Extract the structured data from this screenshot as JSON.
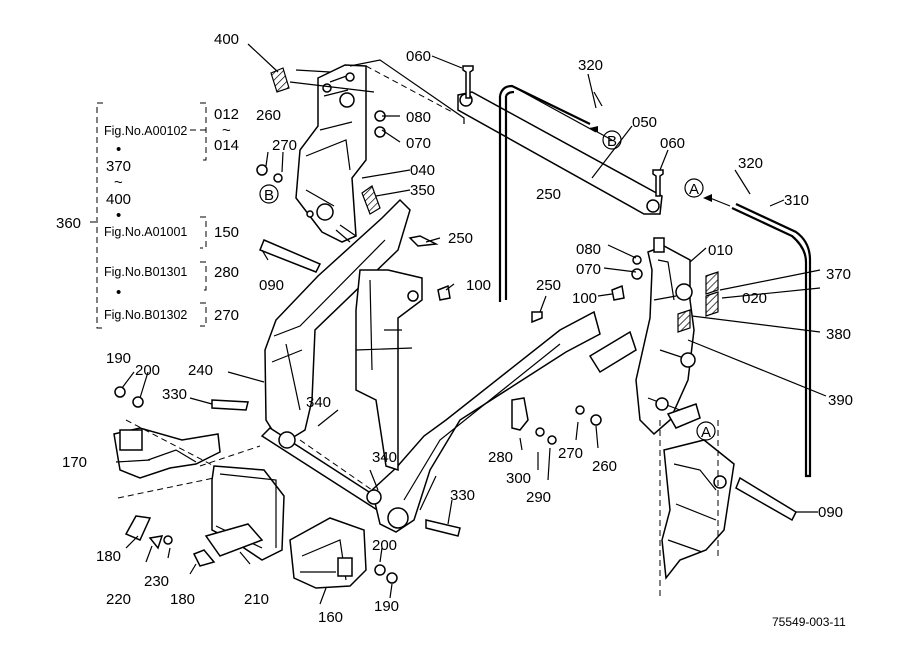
{
  "part_labels": {
    "p400a": "400",
    "p060a": "060",
    "p320a": "320",
    "p260a": "260",
    "p270a": "270",
    "p080a": "080",
    "p070a": "070",
    "p050": "050",
    "p060b": "060",
    "p040": "040",
    "p350": "350",
    "p320b": "320",
    "p310": "310",
    "p250a": "250",
    "p250b": "250",
    "p010": "010",
    "p080b": "080",
    "p070b": "070",
    "p370": "370",
    "p020": "020",
    "p380": "380",
    "p390": "390",
    "p100a": "100",
    "p100b": "100",
    "p250c": "250",
    "p090a": "090",
    "p090b": "090",
    "p240": "240",
    "p190a": "190",
    "p200a": "200",
    "p330a": "330",
    "p340a": "340",
    "p340b": "340",
    "p170": "170",
    "p280": "280",
    "p300": "300",
    "p290": "290",
    "p270b": "270",
    "p260b": "260",
    "p330b": "330",
    "p180a": "180",
    "p220": "220",
    "p230": "230",
    "p180b": "180",
    "p210": "210",
    "p160": "160",
    "p200b": "200",
    "p190b": "190",
    "p360": "360"
  },
  "markers": {
    "a": "A",
    "b": "B"
  },
  "reference_group": {
    "fig_a00102": "Fig.No.A00102",
    "range_012": "012",
    "range_sep": "~",
    "range_014": "014",
    "bullet": "•",
    "item_370": "370",
    "tilde": "~",
    "item_400": "400",
    "fig_a01001": "Fig.No.A01001",
    "item_150": "150",
    "fig_b01301": "Fig.No.B01301",
    "item_280": "280",
    "fig_b01302": "Fig.No.B01302",
    "item_270": "270"
  },
  "drawing_number": "75549-003-11",
  "colors": {
    "ink": "#000000",
    "paper": "#ffffff"
  }
}
